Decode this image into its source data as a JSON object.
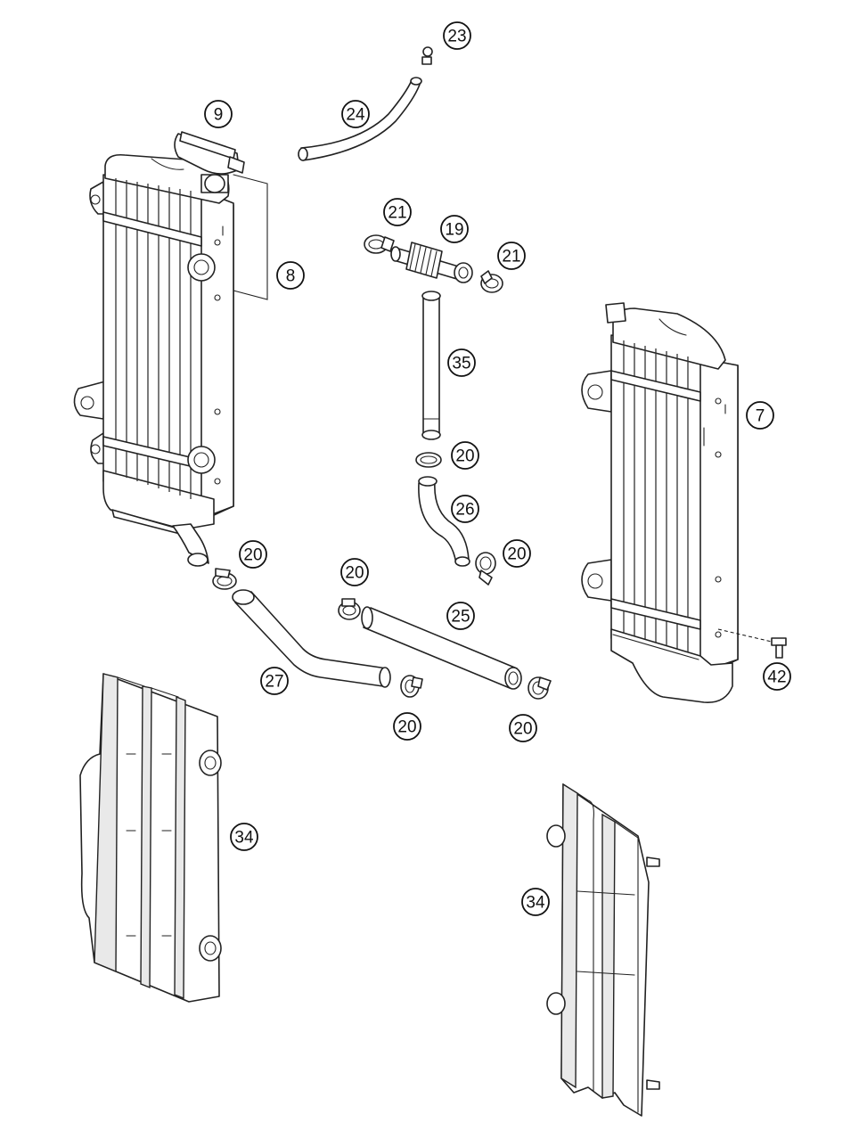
{
  "diagram": {
    "callouts": [
      "23",
      "24",
      "9",
      "21",
      "19",
      "21",
      "8",
      "35",
      "7",
      "20",
      "26",
      "20",
      "20",
      "20",
      "25",
      "27",
      "42",
      "20",
      "20",
      "34",
      "34"
    ]
  }
}
